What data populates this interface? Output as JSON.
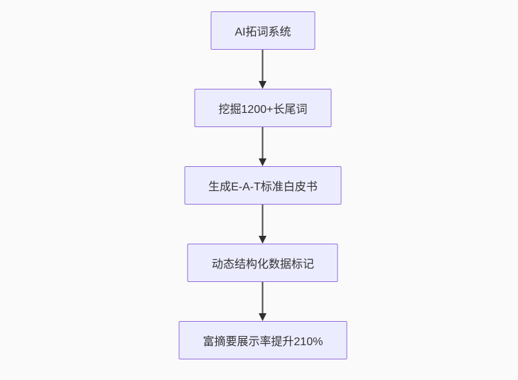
{
  "flowchart": {
    "title": "SEO AI flowchart",
    "theme": {
      "page_bg": "#fafafa",
      "node_fill": "#ECECFF",
      "node_border": "#9370DB",
      "text_color": "#333333",
      "arrow_color": "#4b4b4b",
      "arrowhead_color": "#2f2f2f"
    },
    "nodes": [
      {
        "label": "AI拓词系统"
      },
      {
        "label": "挖掘1200+长尾词"
      },
      {
        "label": "生成E-A-T标准白皮书"
      },
      {
        "label": "动态结构化数据标记"
      },
      {
        "label": "富摘要展示率提升210%"
      }
    ],
    "connections": [
      {
        "from": 0,
        "to": 1
      },
      {
        "from": 1,
        "to": 2
      },
      {
        "from": 2,
        "to": 3
      },
      {
        "from": 3,
        "to": 4
      }
    ]
  }
}
